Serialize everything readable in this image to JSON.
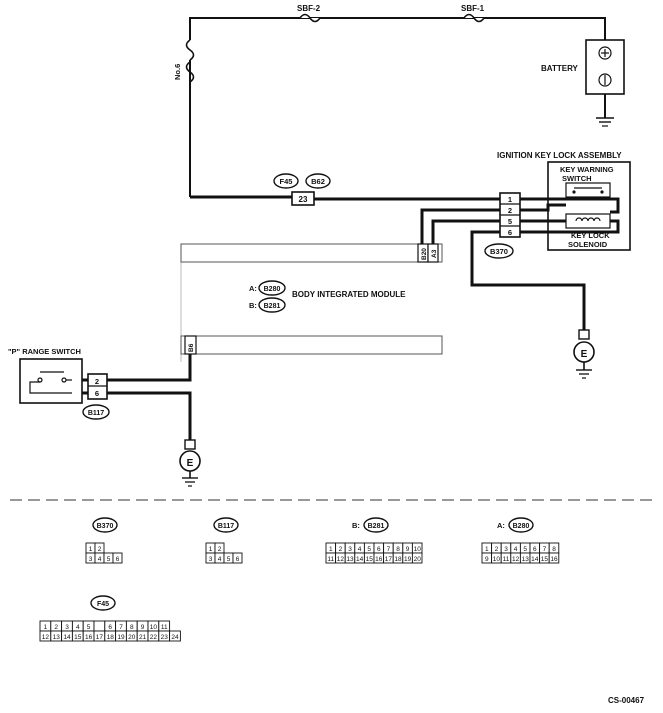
{
  "components": {
    "fuse_sbf2": "SBF-2",
    "fuse_sbf1": "SBF-1",
    "fuse_no6": "No.6",
    "battery": "BATTERY",
    "ignition_assembly": "IGNITION KEY LOCK ASSEMBLY",
    "key_warning_switch_line1": "KEY WARNING",
    "key_warning_switch_line2": "SWITCH",
    "key_lock_solenoid_line1": "KEY LOCK",
    "key_lock_solenoid_line2": "SOLENOID",
    "bim": "BODY INTEGRATED MODULE",
    "bim_conn_a_prefix": "A:",
    "bim_conn_b_prefix": "B:",
    "p_range_switch": "\"P\" RANGE SWITCH",
    "ground": "E"
  },
  "connectors": {
    "f45": "F45",
    "b62": "B62",
    "b370": "B370",
    "b117": "B117",
    "b280": "B280",
    "b281": "B281",
    "pin23": "23",
    "b20": "B20",
    "a3": "A3",
    "b6": "B6"
  },
  "b370_pins": [
    "1",
    "2",
    "5",
    "6"
  ],
  "b117_pins": [
    "2",
    "6"
  ],
  "legend": {
    "b370": {
      "label": "B370",
      "row1": [
        "1",
        "2"
      ],
      "row2": [
        "3",
        "4",
        "5",
        "6"
      ]
    },
    "b117": {
      "label": "B117",
      "row1": [
        "1",
        "2"
      ],
      "row2": [
        "3",
        "4",
        "5",
        "6"
      ]
    },
    "b281": {
      "label": "B281",
      "prefix": "B:",
      "row1": [
        "1",
        "2",
        "3",
        "4",
        "5",
        "6",
        "7",
        "8",
        "9",
        "10"
      ],
      "row2": [
        "11",
        "12",
        "13",
        "14",
        "15",
        "16",
        "17",
        "18",
        "19",
        "20"
      ]
    },
    "b280": {
      "label": "B280",
      "prefix": "A:",
      "row1": [
        "1",
        "2",
        "3",
        "4",
        "5",
        "6",
        "7",
        "8"
      ],
      "row2": [
        "9",
        "10",
        "11",
        "12",
        "13",
        "14",
        "15",
        "16"
      ]
    },
    "f45": {
      "label": "F45",
      "row1": [
        "1",
        "2",
        "3",
        "4",
        "5",
        "",
        "6",
        "7",
        "8",
        "9",
        "10",
        "11"
      ],
      "row2": [
        "12",
        "13",
        "14",
        "15",
        "16",
        "17",
        "18",
        "19",
        "20",
        "21",
        "22",
        "23",
        "24"
      ]
    }
  },
  "footer_code": "CS-00467"
}
